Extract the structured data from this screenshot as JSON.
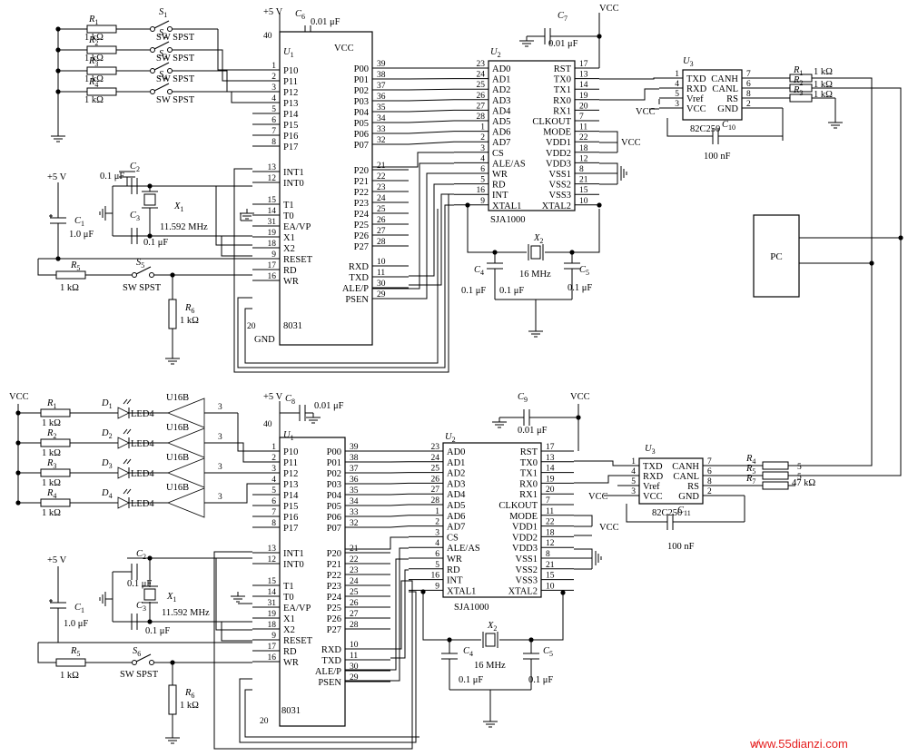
{
  "upper": {
    "u1": {
      "ref": "U1",
      "part": "8031",
      "vcc": "VCC",
      "left": [
        [
          "P10",
          "1"
        ],
        [
          "P11",
          "2"
        ],
        [
          "P12",
          "3"
        ],
        [
          "P13",
          "4"
        ],
        [
          "P14",
          "5"
        ],
        [
          "P15",
          "6"
        ],
        [
          "P16",
          "7"
        ],
        [
          "P17",
          "8"
        ],
        [
          "INT1",
          "13"
        ],
        [
          "INT0",
          "12"
        ],
        [
          "T1",
          "15"
        ],
        [
          "T0",
          "14"
        ],
        [
          "EA/VP",
          "31"
        ],
        [
          "X1",
          "19"
        ],
        [
          "X2",
          "18"
        ],
        [
          "RESET",
          "9"
        ],
        [
          "RD",
          "17"
        ],
        [
          "WR",
          "16"
        ]
      ],
      "right": [
        [
          "P00",
          "39"
        ],
        [
          "P01",
          "38"
        ],
        [
          "P02",
          "37"
        ],
        [
          "P03",
          "36"
        ],
        [
          "P04",
          "35"
        ],
        [
          "P05",
          "34"
        ],
        [
          "P06",
          "33"
        ],
        [
          "P07",
          "32"
        ],
        [
          "P20",
          "21"
        ],
        [
          "P21",
          "22"
        ],
        [
          "P22",
          "23"
        ],
        [
          "P23",
          "24"
        ],
        [
          "P24",
          "25"
        ],
        [
          "P25",
          "26"
        ],
        [
          "P26",
          "27"
        ],
        [
          "P27",
          "28"
        ],
        [
          "RXD",
          "10"
        ],
        [
          "TXD",
          "11"
        ],
        [
          "ALE/P",
          "30"
        ],
        [
          "PSEN",
          "29"
        ]
      ],
      "vcc_pin": "40",
      "gnd_pin": "20",
      "gnd": "GND"
    },
    "u2": {
      "ref": "U2",
      "part": "SJA1000",
      "left": [
        [
          "AD0",
          "23"
        ],
        [
          "AD1",
          "24"
        ],
        [
          "AD2",
          "25"
        ],
        [
          "AD3",
          "26"
        ],
        [
          "AD4",
          "27"
        ],
        [
          "AD5",
          "28"
        ],
        [
          "AD6",
          "1"
        ],
        [
          "AD7",
          "2"
        ],
        [
          "CS",
          "3"
        ],
        [
          "ALE/AS",
          "4"
        ],
        [
          "WR",
          "6"
        ],
        [
          "RD",
          "5"
        ],
        [
          "INT",
          "16"
        ],
        [
          "XTAL1",
          "9"
        ]
      ],
      "right": [
        [
          "RST",
          "17"
        ],
        [
          "TX0",
          "13"
        ],
        [
          "TX1",
          "14"
        ],
        [
          "RX0",
          "19"
        ],
        [
          "RX1",
          "20"
        ],
        [
          "CLKOUT",
          "7"
        ],
        [
          "MODE",
          "11"
        ],
        [
          "VDD1",
          "22"
        ],
        [
          "VDD2",
          "18"
        ],
        [
          "VDD3",
          "12"
        ],
        [
          "VSS1",
          "8"
        ],
        [
          "VSS2",
          "21"
        ],
        [
          "VSS3",
          "15"
        ],
        [
          "XTAL2",
          "10"
        ]
      ]
    },
    "u3": {
      "ref": "U3",
      "part": "82C250",
      "left": [
        [
          "TXD",
          "1"
        ],
        [
          "RXD",
          "4"
        ],
        [
          "Vref",
          "5"
        ],
        [
          "VCC",
          "3"
        ]
      ],
      "right": [
        [
          "CANH",
          "7"
        ],
        [
          "CANL",
          "6"
        ],
        [
          "RS",
          "8"
        ],
        [
          "GND",
          "2"
        ]
      ]
    },
    "res_left": [
      "R1",
      "R2",
      "R3",
      "R4"
    ],
    "res_left_val": "1 kΩ",
    "switches": [
      "S1",
      "S2",
      "S3",
      "S4"
    ],
    "switch_type": "SW SPST",
    "r5": "R5",
    "r6": "R6",
    "s5": "S5",
    "c1": "C1",
    "c1_val": "1.0 μF",
    "c2": "C2",
    "c3": "C3",
    "c23_val": "0.1 μF",
    "x1": "X1",
    "x1_freq": "11.592 MHz",
    "c6": "C6",
    "c6_val": "0.01 μF",
    "c7": "C7",
    "c7_val": "0.01 μF",
    "x2": "X2",
    "x2_freq": "16 MHz",
    "c4": "C4",
    "c5": "C5",
    "c45_val": "0.1 μF",
    "c10": "C10",
    "c10_val": "100 nF",
    "res_right": [
      "R1",
      "R2",
      "R3"
    ],
    "res_right_val": "1 kΩ",
    "supply": "+5 V"
  },
  "lower": {
    "u1": {
      "ref": "U1",
      "part": "8031",
      "vcc_pin": "40",
      "gnd_pin": "20"
    },
    "u2": {
      "ref": "U2",
      "part": "SJA1000"
    },
    "u3": {
      "ref": "U3",
      "part": "82C250"
    },
    "res_left": [
      "R1",
      "R2",
      "R3",
      "R4"
    ],
    "leds": [
      "D1",
      "D2",
      "D3",
      "D4"
    ],
    "led_type": "LED4",
    "buffer": "U16B",
    "buffer_pin": "3",
    "r5": "R5",
    "r6": "R6",
    "s6": "S6",
    "c8": "C8",
    "c8_val": "0.01 μF",
    "c9": "C9",
    "c9_val": "0.01 μF",
    "c11": "C11",
    "c11_val": "100 nF",
    "res_right": [
      "R4",
      "R5",
      "R7"
    ],
    "res_right_val": "47 kΩ",
    "rr_pin": "5"
  },
  "pc": "PC",
  "vcc": "VCC",
  "watermark": "www.55dianzi.com"
}
